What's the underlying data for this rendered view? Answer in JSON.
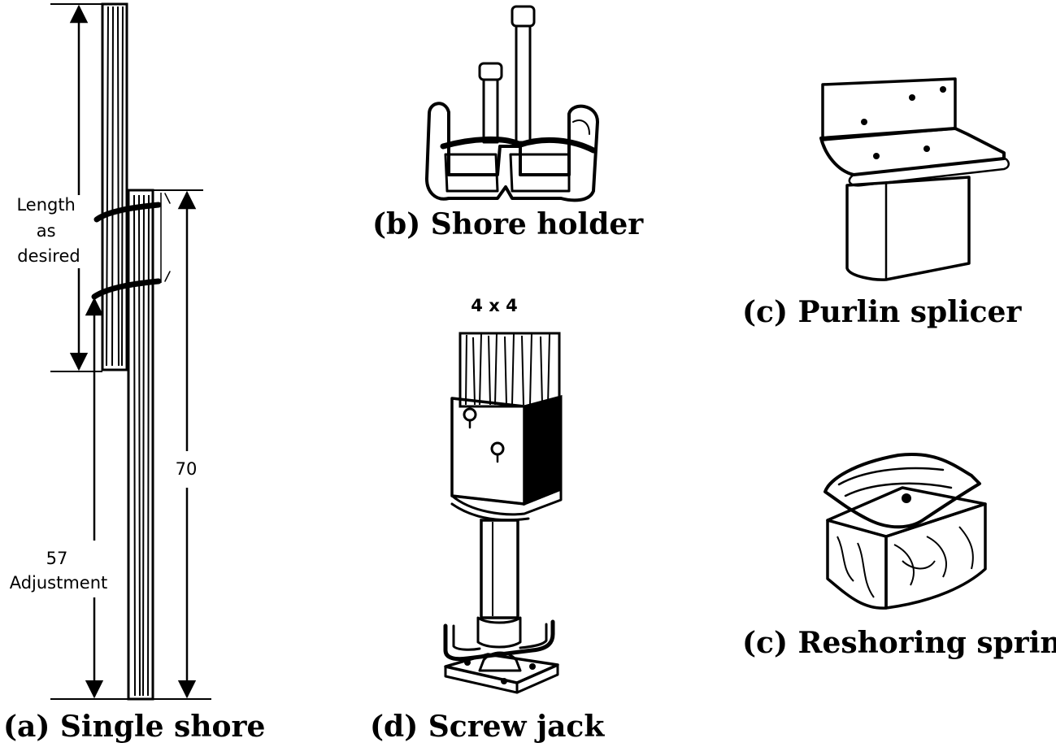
{
  "colors": {
    "ink": "#000000",
    "background": "#ffffff"
  },
  "figure": {
    "a": {
      "caption": "(a)  Single  shore",
      "label_length": [
        "Length",
        "as",
        "desired"
      ],
      "label_adjust_value": "57",
      "label_adjust": "Adjustment",
      "label_overall": "70"
    },
    "b": {
      "caption": "(b)  Shore holder"
    },
    "c": {
      "caption": "(c)  Purlin  splicer"
    },
    "d": {
      "caption": "(d) Screw jack",
      "label_size": "4 x 4"
    },
    "e": {
      "caption": "(c)  Reshoring spring"
    }
  }
}
